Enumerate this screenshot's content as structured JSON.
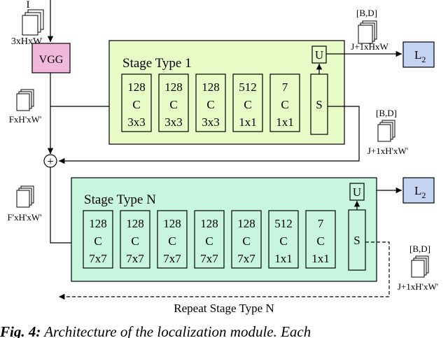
{
  "input": {
    "label": "I",
    "dims": "3xHxW"
  },
  "vgg": {
    "label": "VGG",
    "fill": "#f2b8dc"
  },
  "features": {
    "dims1": "FxH'xW'",
    "dims2": "F'xH'xW'"
  },
  "plus_symbol": "+",
  "stage1": {
    "title": "Stage Type 1",
    "fill": "#e8fcc8",
    "convs": [
      {
        "channels": "128",
        "type": "C",
        "kernel": "3x3"
      },
      {
        "channels": "128",
        "type": "C",
        "kernel": "3x3"
      },
      {
        "channels": "128",
        "type": "C",
        "kernel": "3x3"
      },
      {
        "channels": "512",
        "type": "C",
        "kernel": "1x1"
      },
      {
        "channels": "7",
        "type": "C",
        "kernel": "1x1"
      }
    ],
    "s_label": "S",
    "u_label": "U",
    "out_dims": "J+1xHxW",
    "side_dims": "J+1xH'xW'",
    "side_label": "[B,D]",
    "top_label": "[B,D]"
  },
  "stageN": {
    "title": "Stage Type N",
    "fill": "#c8f5e0",
    "convs": [
      {
        "channels": "128",
        "type": "C",
        "kernel": "7x7"
      },
      {
        "channels": "128",
        "type": "C",
        "kernel": "7x7"
      },
      {
        "channels": "128",
        "type": "C",
        "kernel": "7x7"
      },
      {
        "channels": "128",
        "type": "C",
        "kernel": "7x7"
      },
      {
        "channels": "128",
        "type": "C",
        "kernel": "7x7"
      },
      {
        "channels": "512",
        "type": "C",
        "kernel": "1x1"
      },
      {
        "channels": "7",
        "type": "C",
        "kernel": "1x1"
      }
    ],
    "s_label": "S",
    "u_label": "U",
    "side_dims": "J+1xH'xW'",
    "side_label": "[B,D]"
  },
  "loss": {
    "base": "L",
    "sub": "2",
    "fill": "#c4d4f2"
  },
  "repeat_label": "Repeat Stage Type N",
  "caption": {
    "label": "Fig. 4:",
    "text": "Architecture of the localization module. Each"
  }
}
